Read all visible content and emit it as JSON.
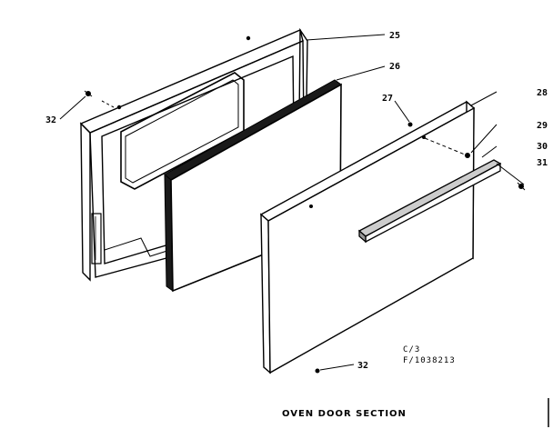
{
  "diagram": {
    "title": "OVEN DOOR SECTION",
    "code_line1": "C/3",
    "code_line2": "F/1038213",
    "callouts": {
      "c25": "25",
      "c26": "26",
      "c27": "27",
      "c28": "28",
      "c29": "29",
      "c30": "30",
      "c31": "31",
      "c32_left": "32",
      "c32_bottom": "32"
    }
  }
}
